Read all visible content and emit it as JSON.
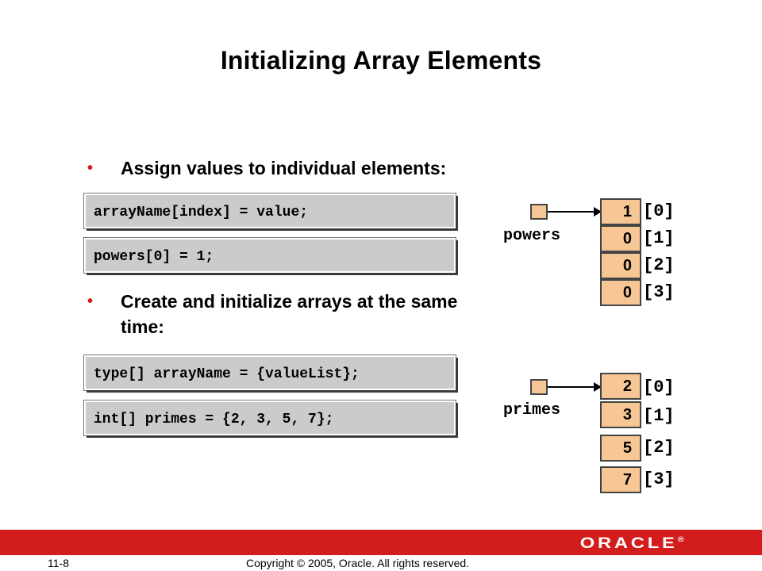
{
  "title": "Initializing Array Elements",
  "bullets": [
    {
      "text": "Assign values to individual elements:"
    },
    {
      "text": "Create and initialize arrays at the same time:"
    }
  ],
  "code": [
    "arrayName[index] = value;",
    "powers[0] = 1;",
    "type[] arrayName = {valueList};",
    "int[] primes = {2, 3, 5, 7};"
  ],
  "diagrams": [
    {
      "name": "powers",
      "values": [
        "1",
        "0",
        "0",
        "0"
      ],
      "indices": [
        "[0]",
        "[1]",
        "[2]",
        "[3]"
      ]
    },
    {
      "name": "primes",
      "values": [
        "2",
        "3",
        "5",
        "7"
      ],
      "indices": [
        "[0]",
        "[1]",
        "[2]",
        "[3]"
      ]
    }
  ],
  "footer": {
    "page": "11-8",
    "copyright": "Copyright © 2005, Oracle.  All rights reserved.",
    "logo": "ORACLE",
    "logo_mark": "®",
    "bar_color": "#d31c1c"
  }
}
